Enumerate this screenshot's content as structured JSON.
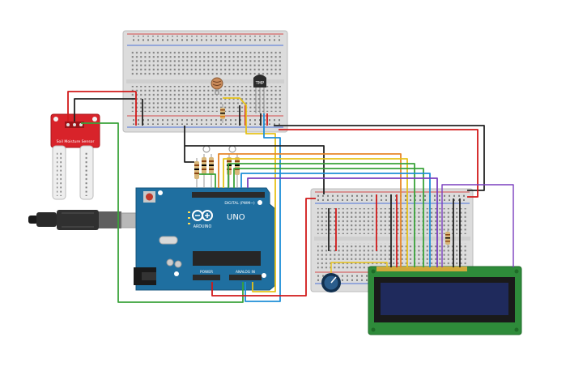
{
  "arduino": {
    "logo": "ARDUINO",
    "model": "UNO",
    "digital_label": "DIGITAL (PWM~)",
    "analog_label": "ANALOG IN",
    "power_label": "POWER"
  },
  "sensor": {
    "label": "Soil Moisture Sensor"
  },
  "temp_sensor": {
    "label": "TMP"
  },
  "colors": {
    "board_blue": "#1f6fa0",
    "sensor_red": "#d8232a",
    "lcd_green": "#2e8b3a",
    "lcd_screen": "#1f2a5c",
    "wire_red": "#d11a1a",
    "wire_black": "#222222",
    "wire_green": "#3aa33a",
    "wire_yellow": "#e6c21a",
    "wire_orange": "#e8872a",
    "wire_blue": "#1e8fd8",
    "wire_purple": "#7a3fbf"
  }
}
